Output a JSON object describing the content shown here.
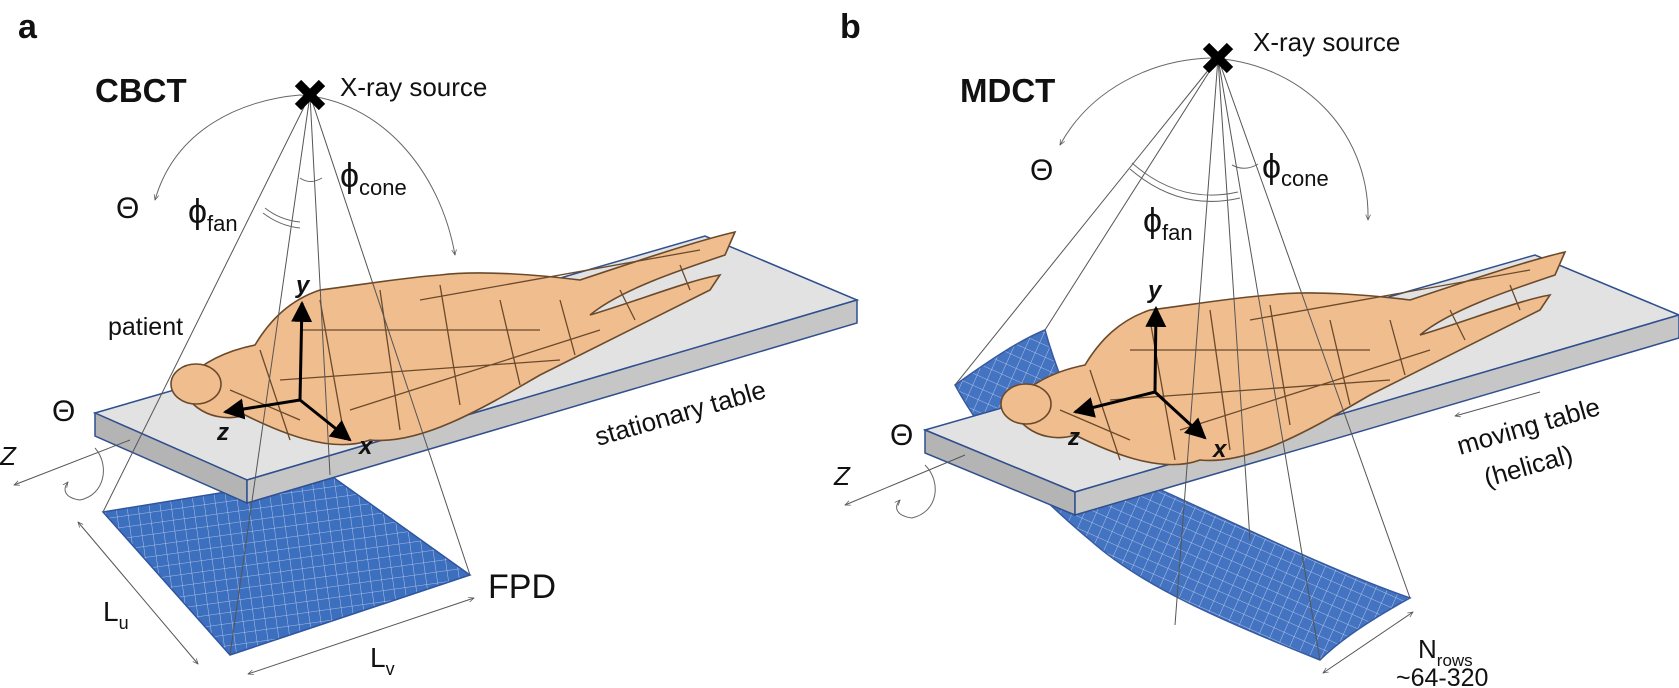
{
  "panels": [
    {
      "letter": "a",
      "title": "CBCT",
      "source_label": "X-ray source",
      "theta_label": "Θ",
      "phi_fan_label": "ϕ",
      "phi_fan_sub": "fan",
      "phi_cone_label": "ϕ",
      "phi_cone_sub": "cone",
      "patient_label": "patient",
      "table_label": "stationary table",
      "axis_y": "y",
      "axis_z": "z",
      "axis_x": "x",
      "theta2_label": "Θ",
      "z_label": "Z",
      "detector_label": "FPD",
      "lu_main": "L",
      "lu_sub": "u",
      "lv_main": "L",
      "lv_sub": "v"
    },
    {
      "letter": "b",
      "title": "MDCT",
      "source_label": "X-ray source",
      "theta_label": "Θ",
      "phi_fan_label": "ϕ",
      "phi_fan_sub": "fan",
      "phi_cone_label": "ϕ",
      "phi_cone_sub": "cone",
      "table_label_line1": "moving table",
      "table_label_line2": "(helical)",
      "axis_y": "y",
      "axis_z": "z",
      "axis_x": "x",
      "theta2_label": "Θ",
      "z_label": "Z",
      "nrows_main": "N",
      "nrows_sub": "rows",
      "nrows_range": "~64-320"
    }
  ],
  "colors": {
    "detector": "#3d6fbf",
    "detector_grid": "#c9d8f2",
    "table_edge": "#2f4f8f",
    "skin": "#f0bd8e"
  }
}
